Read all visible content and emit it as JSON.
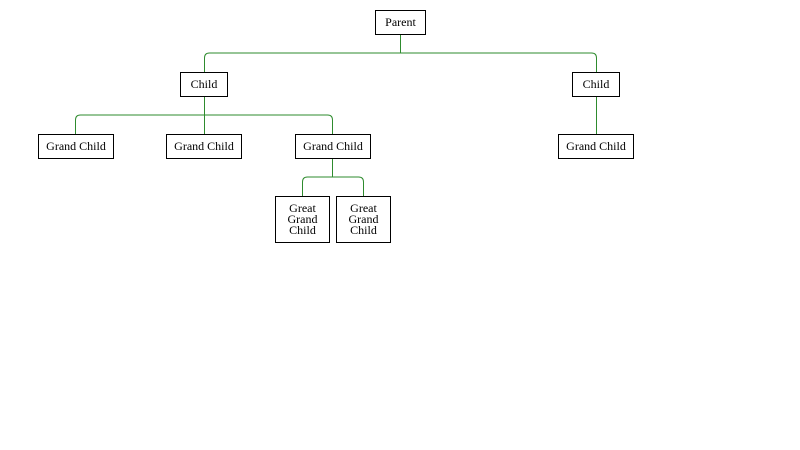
{
  "diagram": {
    "edge_color": "#2e8b2e",
    "nodes": {
      "parent": "Parent",
      "child_1": "Child",
      "child_2": "Child",
      "grand_child_1": "Grand Child",
      "grand_child_2": "Grand Child",
      "grand_child_3": "Grand Child",
      "grand_child_4": "Grand Child",
      "great_grand_child_1": [
        "Great",
        "Grand",
        "Child"
      ],
      "great_grand_child_2": [
        "Great",
        "Grand",
        "Child"
      ]
    },
    "edges": [
      [
        "parent",
        "child_1"
      ],
      [
        "parent",
        "child_2"
      ],
      [
        "child_1",
        "grand_child_1"
      ],
      [
        "child_1",
        "grand_child_2"
      ],
      [
        "child_1",
        "grand_child_3"
      ],
      [
        "child_2",
        "grand_child_4"
      ],
      [
        "grand_child_3",
        "great_grand_child_1"
      ],
      [
        "grand_child_3",
        "great_grand_child_2"
      ]
    ]
  }
}
